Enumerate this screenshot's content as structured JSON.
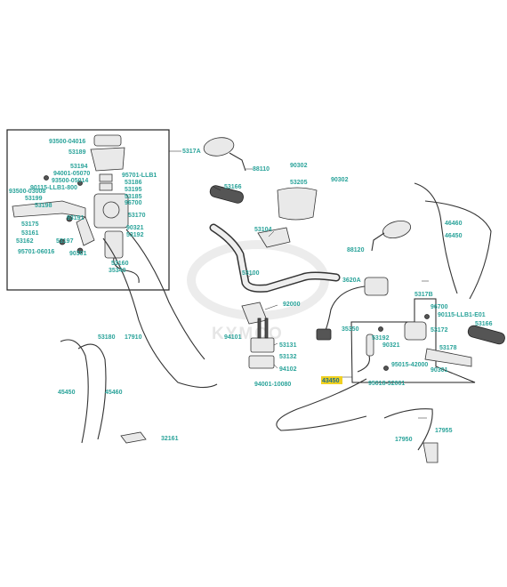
{
  "watermark": {
    "brand": "KYMCO"
  },
  "colors": {
    "label": "#2aa39a",
    "highlight": "#f0d020"
  },
  "labels": {
    "l5317a": "5317A",
    "l93500_04016": "93500-04016",
    "l53189": "53189",
    "l53194": "53194",
    "l94001_05070": "94001-05070",
    "l95701_llb1": "95701-LLB1",
    "l93500_05014": "93500-05014",
    "l90115_llb1_800": "90115-LLB1-800",
    "l93500_03008": "93500-03008",
    "l53199": "53199",
    "l53198": "53198",
    "l53186": "53186",
    "l53195": "53195",
    "l53185": "53185",
    "l96700a": "96700",
    "l53170": "53170",
    "l93191": "93191",
    "l53175": "53175",
    "l53161": "53161",
    "l53162": "53162",
    "l53197": "53197",
    "l90321a": "90321",
    "l53192a": "53192",
    "l95701_06016": "95701-06016",
    "l90301a": "90301",
    "l53160": "53160",
    "l35340": "35340",
    "l88110": "88110",
    "l90302a": "90302",
    "l90302b": "90302",
    "l53205": "53205",
    "l53166a": "53166",
    "l53104": "53104",
    "l53100": "53100",
    "l46460": "46460",
    "l46450": "46450",
    "l88120": "88120",
    "l3620a": "3620A",
    "l5317b": "5317B",
    "l96700b": "96700",
    "l90115_llb1_e01": "90115-LLB1-E01",
    "l53166b": "53166",
    "l92000": "92000",
    "l94101": "94101",
    "l53131": "53131",
    "l53132": "53132",
    "l94102": "94102",
    "l94001_10080": "94001-10080",
    "l35350": "35350",
    "l53192b": "53192",
    "l90321b": "90321",
    "l53172": "53172",
    "l53178": "53178",
    "l95015_42000": "95015-42000",
    "l90301b": "90301",
    "l95018_32001": "95018-32001",
    "l43450": "43450",
    "l53180": "53180",
    "l17910": "17910",
    "l45450": "45450",
    "l45460": "45460",
    "l32161": "32161",
    "l17955": "17955",
    "l17950": "17950"
  }
}
